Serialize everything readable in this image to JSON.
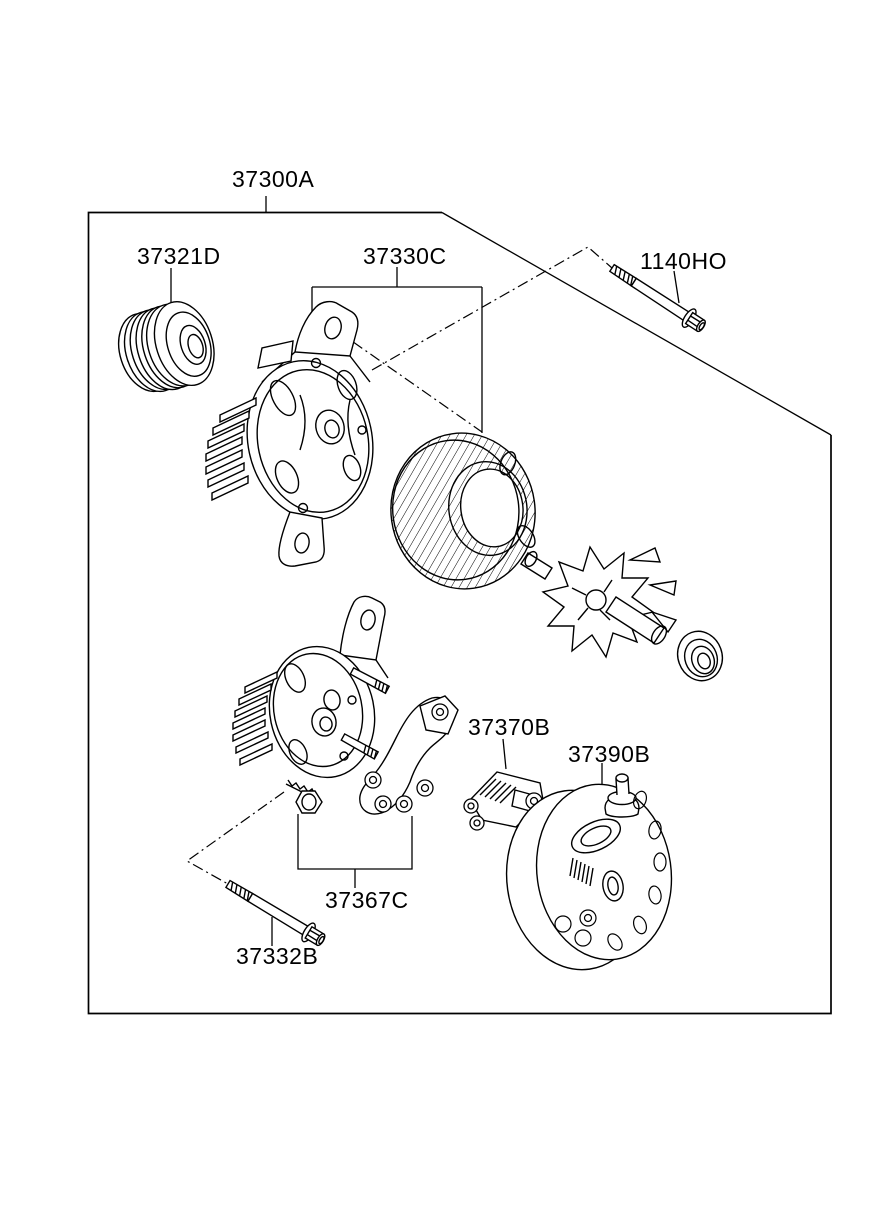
{
  "colors": {
    "background": "#ffffff",
    "line": "#000000"
  },
  "labels": {
    "assembly": "37300A",
    "pulley": "37321D",
    "stator": "37330C",
    "through_bolt": "1140HO",
    "voltage_regulator": "37370B",
    "rear_cover": "37390B",
    "rectifier": "37367C",
    "mounting_bolt": "37332B"
  }
}
